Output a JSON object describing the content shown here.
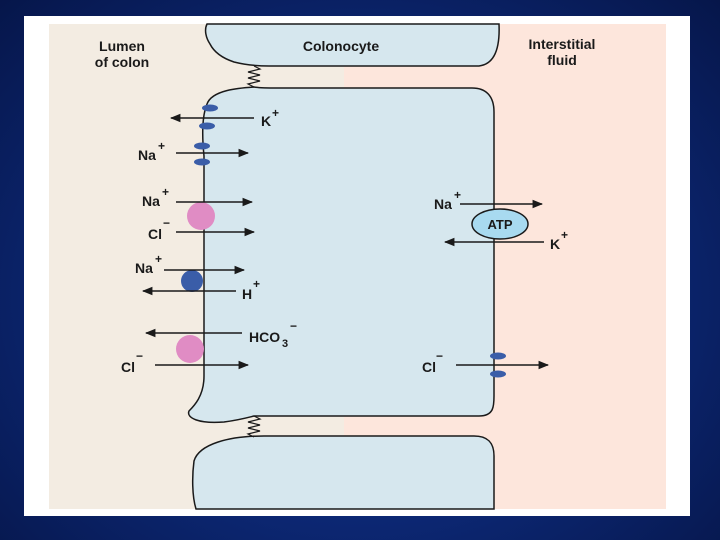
{
  "regions": {
    "lumen": "Lumen of colon",
    "lumen_line1": "Lumen",
    "lumen_line2": "of colon",
    "cell": "Colonocyte",
    "interstitial_line1": "Interstitial",
    "interstitial_line2": "fluid"
  },
  "ions": {
    "k_out": "K",
    "k_out_sup": "+",
    "na_channel": "Na",
    "na_channel_sup": "+",
    "na_cotrans": "Na",
    "na_cotrans_sup": "+",
    "cl_cotrans": "Cl",
    "cl_cotrans_sup": "−",
    "na_exch": "Na",
    "na_exch_sup": "+",
    "h_exch": "H",
    "h_exch_sup": "+",
    "hco3": "HCO",
    "hco3_sub": "3",
    "hco3_sup": "−",
    "cl_exch": "Cl",
    "cl_exch_sup": "−",
    "na_pump": "Na",
    "na_pump_sup": "+",
    "k_pump": "K",
    "k_pump_sup": "+",
    "cl_baso": "Cl",
    "cl_baso_sup": "−"
  },
  "pump": {
    "label": "ATP"
  },
  "colors": {
    "lumen_bg": "#f3ece2",
    "interstitial_bg": "#fde6dc",
    "cell_fill": "#d6e7ee",
    "channel": "#3a5da8",
    "cotransporter": "#e08cc4",
    "exchanger": "#3a5da8",
    "atp_pump": "#a8daf0"
  }
}
